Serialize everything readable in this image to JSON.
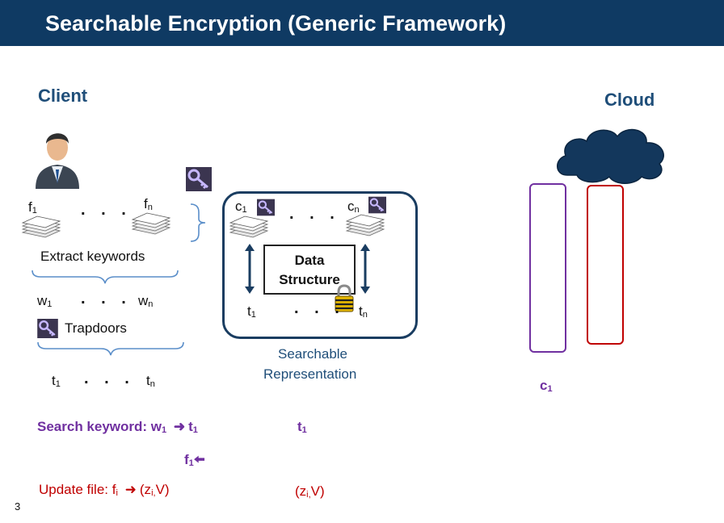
{
  "header": {
    "title": "Searchable Encryption (Generic Framework)"
  },
  "client": {
    "label": "Client",
    "files": {
      "first": "f",
      "first_sub": "1",
      "last": "f",
      "last_sub": "n"
    },
    "extract_label": "Extract keywords",
    "keywords": {
      "first": "w",
      "first_sub": "1",
      "last": "w",
      "last_sub": "n"
    },
    "trapdoors_label": "Trapdoors",
    "trapdoor_items": {
      "first": "t",
      "first_sub": "1",
      "last": "t",
      "last_sub": "n"
    },
    "ellipsis": ". . ."
  },
  "representation": {
    "ciphers": {
      "first": "c",
      "first_sub": "1",
      "last": "c",
      "last_sub": "n"
    },
    "ds_line1": "Data",
    "ds_line2": "Structure",
    "tags": {
      "first": "t",
      "first_sub": "1",
      "last": "t",
      "last_sub": "n"
    },
    "caption_line1": "Searchable",
    "caption_line2": "Representation"
  },
  "cloud": {
    "label": "Cloud",
    "column_label": "c",
    "column_label_sub": "1",
    "colors": {
      "left_column": "#7030a0",
      "right_column": "#c00000",
      "cloud_fill": "#13375c"
    }
  },
  "search": {
    "prefix": "Search keyword: w",
    "w_sub": "1",
    "arrow": "",
    "t": "t",
    "t_sub": "1",
    "right_t": "t",
    "right_t_sub": "1",
    "result_f": "f",
    "result_f_sub": "1",
    "result_arrow": ""
  },
  "update": {
    "prefix": "Update file: f",
    "f_sub": "i",
    "arrow": "",
    "open": "(z",
    "z_sub": "i,",
    "close": "V)",
    "right_open": "(z",
    "right_sub": "i,",
    "right_close": "V)"
  },
  "footer": {
    "page_number": "3"
  }
}
